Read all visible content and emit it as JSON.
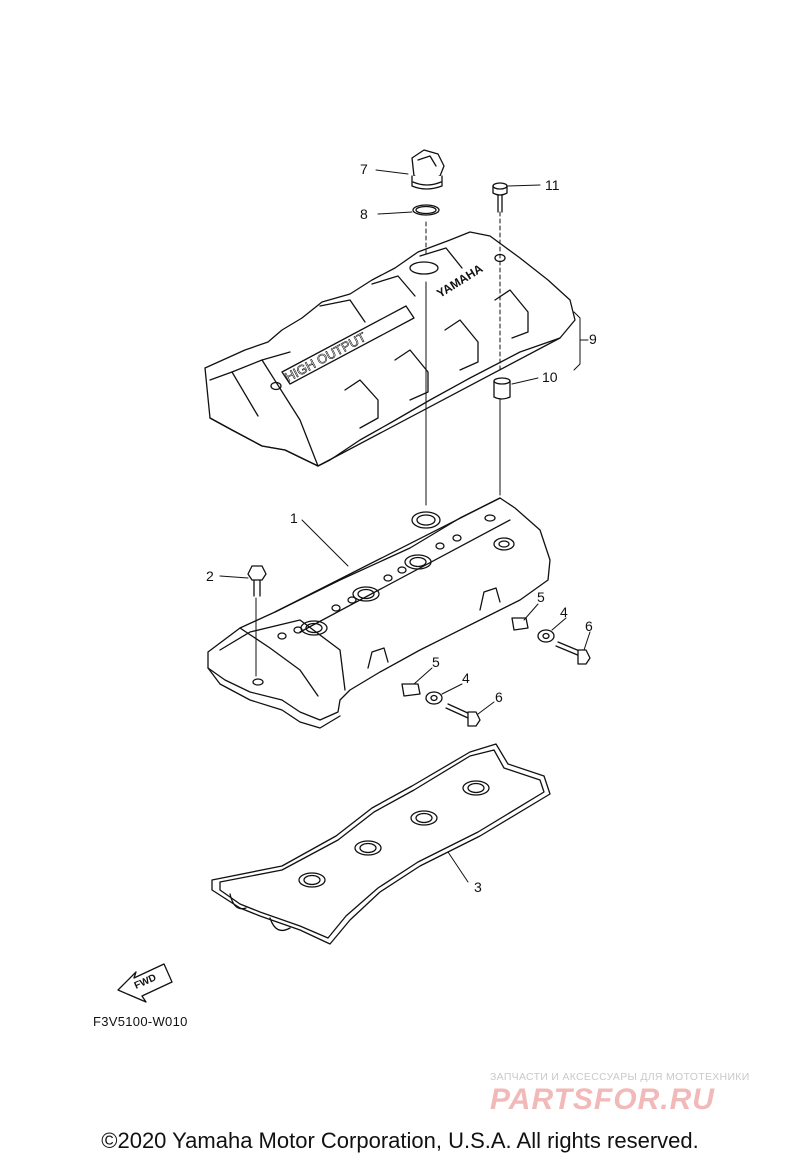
{
  "callouts": [
    "1",
    "2",
    "3",
    "4",
    "4",
    "5",
    "5",
    "6",
    "6",
    "7",
    "8",
    "9",
    "10",
    "11"
  ],
  "cover_text": {
    "high_output": "HIGH OUTPUT",
    "brand": "YAMAHA"
  },
  "fwd_label": "FWD",
  "drawing_code": "F3V5100-W010",
  "watermark": {
    "subtitle": "ЗАПЧАСТИ И АКСЕССУАРЫ ДЛЯ МОТОТЕХНИКИ",
    "logo": "PARTSFOR.RU"
  },
  "copyright": "©2020 Yamaha Motor Corporation, U.S.A. All rights reserved."
}
